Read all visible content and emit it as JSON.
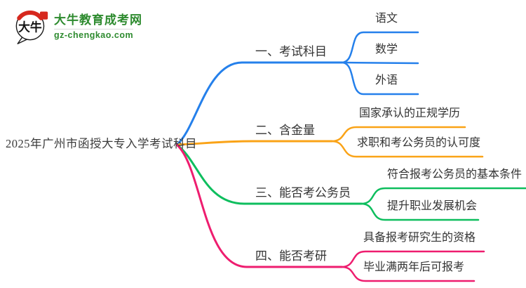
{
  "logo": {
    "circle_text": "大牛",
    "brand": "大牛教育成考网",
    "domain": "gz-chengkao.com",
    "brand_color": "#2e8b2f",
    "seal_color": "#d6281e",
    "outline_color": "#1a1a1a"
  },
  "mindmap": {
    "root": "2025年广州市函授大专入学考试科目",
    "branches": [
      {
        "label": "一、考试科目",
        "color": "#2580eb",
        "children": [
          "语文",
          "数学",
          "外语"
        ]
      },
      {
        "label": "二、含金量",
        "color": "#faa317",
        "children": [
          "国家承认的正规学历",
          "求职和考公务员的认可度"
        ]
      },
      {
        "label": "三、能否考公务员",
        "color": "#0ebe5e",
        "children": [
          "符合报考公务员的基本条件",
          "提升职业发展机会"
        ]
      },
      {
        "label": "四、能否考研",
        "color": "#ee1d6f",
        "children": [
          "具备报考研究生的资格",
          "毕业满两年后可报考"
        ]
      }
    ]
  }
}
